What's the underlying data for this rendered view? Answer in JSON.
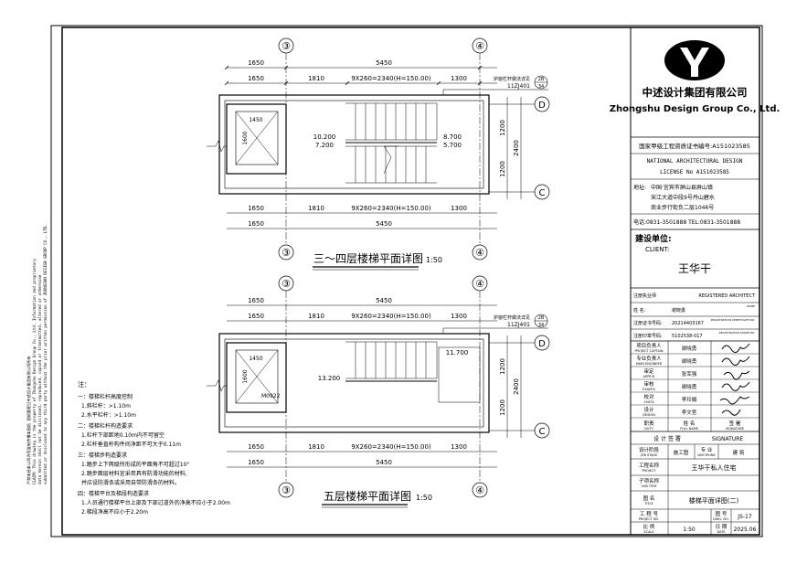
{
  "left_margin": {
    "lines": [
      "严禁未经本公司许可复制传播本图纸 图纸版权归中述设计集团有限公司所有",
      "CLAIM: This drawing is the property of Zhongshu Design Group Co., Ltd. Information and proprietary",
      "data herein shall not be disclosed, reproduced, copied or transmitted, altered or otherwise",
      "submitted or disclosed to any third party without the prior written permission of ZHONGSHU DESIGN GROUP CO., LTD."
    ]
  },
  "notes": {
    "title": "注：",
    "items": [
      "一：楼梯栏杆高度控制",
      "1.斜栏杆：>1.10m",
      "2.水平栏杆：>1.10m",
      "二：楼梯栏杆构造要求",
      "1.栏杆下部距地0.10m内不可留空",
      "2.栏杆垂直杆构件间净距不可大于0.11m",
      "三：楼梯步构造要求",
      "1.踏步上下两级所形成的平面角不可超过10°",
      "2.踏步面层材料宜采用具有防滑功能的材料,",
      "  并应设防滑条或采用自带防滑条的材料。",
      "四：楼梯平台及梯段构造要求",
      "1.人员通行楼梯平台上部及下部过道外的净高不应小于2.00m",
      "2.梯段净高不应小于2.20m"
    ]
  },
  "plan_upper": {
    "title": "三～四层楼梯平面详图",
    "scale": "1:50",
    "axes": {
      "left": "③",
      "right": "④",
      "top": "D",
      "bottom": "C"
    },
    "dims_top_1": [
      "1650",
      "5450"
    ],
    "dims_top_2": [
      "1650",
      "1810",
      "9X260=2340(H=150.00)",
      "1300"
    ],
    "dims_bottom_1": [
      "1650",
      "1810",
      "9X260=2340(H=150.00)",
      "1300"
    ],
    "dims_bottom_2": [
      "1650",
      "5450"
    ],
    "dims_right": [
      "1200",
      "1200",
      "2400"
    ],
    "elevations": [
      "10.200",
      "7.200",
      "8.700",
      "5.700"
    ],
    "lift_dim": "1450",
    "lift_dim_v": "1600",
    "callout_note": "护窗栏杆做法详见",
    "callout_ref": "11ZJ401",
    "callout_num": "2B",
    "callout_page": "34"
  },
  "plan_lower": {
    "title": "五层楼梯平面详图",
    "scale": "1:50",
    "axes": {
      "left": "③",
      "right": "④",
      "top": "D",
      "bottom": "C"
    },
    "dims_top_1": [
      "1650",
      "5450"
    ],
    "dims_top_2": [
      "1650",
      "1810",
      "9X260=2340(H=150.00)",
      "1300"
    ],
    "dims_bottom_1": [
      "1650",
      "1810",
      "9X260=2340(H=150.00)",
      "1300"
    ],
    "dims_bottom_2": [
      "1650",
      "5450"
    ],
    "dims_right": [
      "1200",
      "1200",
      "2400"
    ],
    "elevations": [
      "13.200",
      "11.700"
    ],
    "door": "M0922",
    "lift_dim": "1450",
    "lift_dim_v": "1600",
    "callout_note": "护窗栏杆做法详见",
    "callout_ref": "11ZJ401",
    "callout_num": "2B",
    "callout_page": "34"
  },
  "title_block": {
    "company_cn": "中述设计集团有限公司",
    "company_en": "Zhongshu Design Group Co., Ltd.",
    "cert_cn": "国家甲级工程资质证书编号:A151023585",
    "cert_en1": "NATIONAL ARCHITECTURAL DESIGN",
    "cert_en2": "LICENSE No A151023585",
    "address_label": "地址:",
    "address_lines": [
      "中国·宜宾市屏山县屏山镇",
      "宋江大道中段9号丹山碧水",
      "商业步行街负二层1046号"
    ],
    "phone": "电话:0831-3501888  TEL:0831-3501888",
    "client_cn": "建设单位:",
    "client_en": "CLIENT:",
    "client_name": "王华干",
    "reg_arch_cn": "注册执业师",
    "reg_arch_en": "REGISTERED ARCHITECT",
    "name_label": "姓  名:",
    "name_value": "谢晓勇",
    "name_tag": "NAME",
    "cert_no_label": "注册证书号码:",
    "cert_no_value": "20214403167",
    "cert_no_tag": "REGISTRATION CERTIFICATE NO.",
    "seal_no_label": "注册印章号码:",
    "seal_no_value": "5102538-017",
    "seal_no_tag": "REGISTRATION STAMP NO.",
    "roles": [
      {
        "cn": "项目负责人",
        "en": "PROJECT CAPTAIN",
        "name": "谢晓勇"
      },
      {
        "cn": "专业负责人",
        "en": "MAIN ENGINEER",
        "name": "谢晓勇"
      },
      {
        "cn": "审定",
        "en": "APPR'D",
        "name": "张军强"
      },
      {
        "cn": "审核",
        "en": "EXAM'D",
        "name": "谢晓勇"
      },
      {
        "cn": "校对",
        "en": "CHK'D",
        "name": "李玲娟"
      },
      {
        "cn": "设计",
        "en": "DESIGN",
        "name": "李文官"
      }
    ],
    "duty_cn": "职责",
    "duty_en": "DUTY",
    "fullname_cn": "姓  名",
    "fullname_en": "FULL NAME",
    "signature_cn": "签  署",
    "signature_en": "SIGNATURE",
    "sign_header_cn": "设 计 签 署",
    "sign_header_en": "SIGNATURE",
    "stage_cn": "设计阶段",
    "stage_en": "JOB STAGE",
    "stage_value": "施工图",
    "discipline_cn": "专  业",
    "discipline_en": "DISCIPLINE",
    "discipline_value": "建  筑",
    "project_cn": "工程名称",
    "project_en": "PROJECT",
    "project_value": "王华干私人住宅",
    "sub_cn": "子项名称",
    "sub_en": "SUB ITEM",
    "drawing_cn": "图  名",
    "drawing_en": "TITLE",
    "drawing_value": "楼梯平面详图(二)",
    "projno_cn": "工 程 号",
    "projno_en": "PROJECT NO.",
    "dwgno_cn": "图  号",
    "dwgno_en": "DWG. NO.",
    "dwgno_value": "JS-17",
    "scale_cn": "比  例",
    "scale_en": "SCALE",
    "scale_value": "1:50",
    "date_cn": "日  期",
    "date_en": "DATE",
    "date_value": "2025.06"
  }
}
